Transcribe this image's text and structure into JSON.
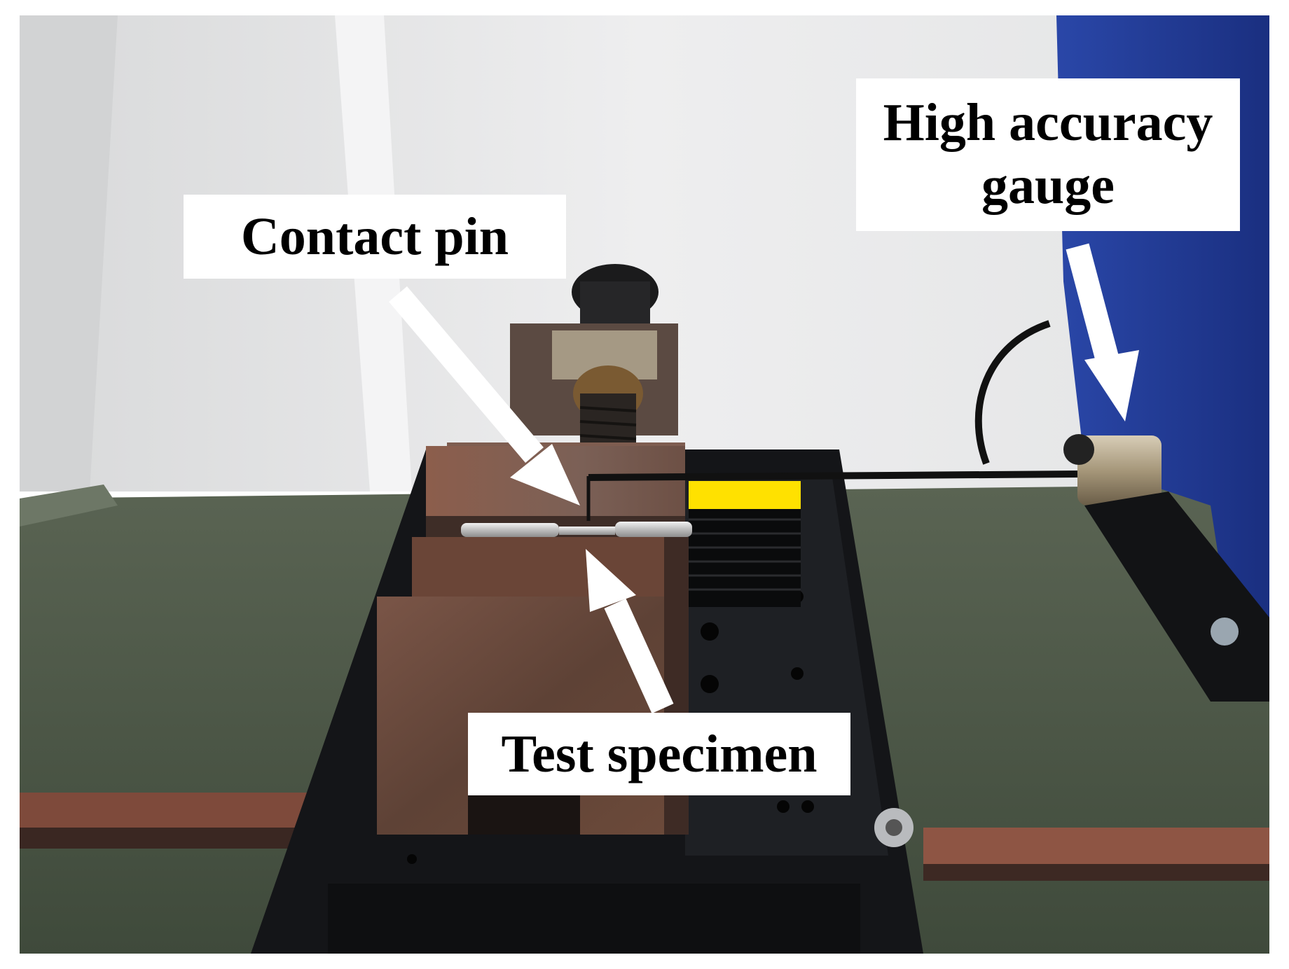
{
  "labels": {
    "contact_pin": [
      "Contact pin"
    ],
    "test_specimen": [
      "Test specimen"
    ],
    "gauge": [
      "High accuracy",
      "gauge"
    ]
  },
  "scene": {
    "wall": "#e6e7e8",
    "granite": "#4c5747",
    "rail": "#8a4c3a",
    "stage_black": "#16171a",
    "vise_rust": "#6e4a3c",
    "gauge_blue": "#223d9a",
    "arrow": "#ffffff",
    "tape": "#ffe100"
  }
}
